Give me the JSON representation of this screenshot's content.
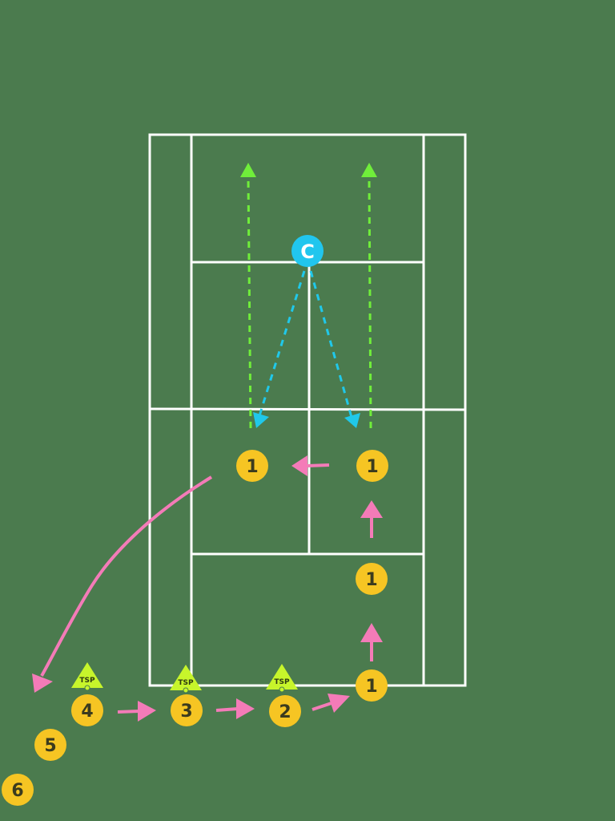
{
  "diagram": {
    "coach_label": "C",
    "players": [
      "1",
      "1",
      "1",
      "1",
      "2",
      "3",
      "4",
      "5",
      "6"
    ],
    "markers": [
      "TSP",
      "TSP",
      "TSP"
    ],
    "colors": {
      "background": "#4b7b4e",
      "court_lines": "#ffffff",
      "player": "#f6c523",
      "coach": "#21c6ee",
      "movement_arrow": "#f47bb8",
      "target_path": "#70ee3a",
      "feed_path": "#20c8ea",
      "marker": "#c7f52b"
    }
  }
}
